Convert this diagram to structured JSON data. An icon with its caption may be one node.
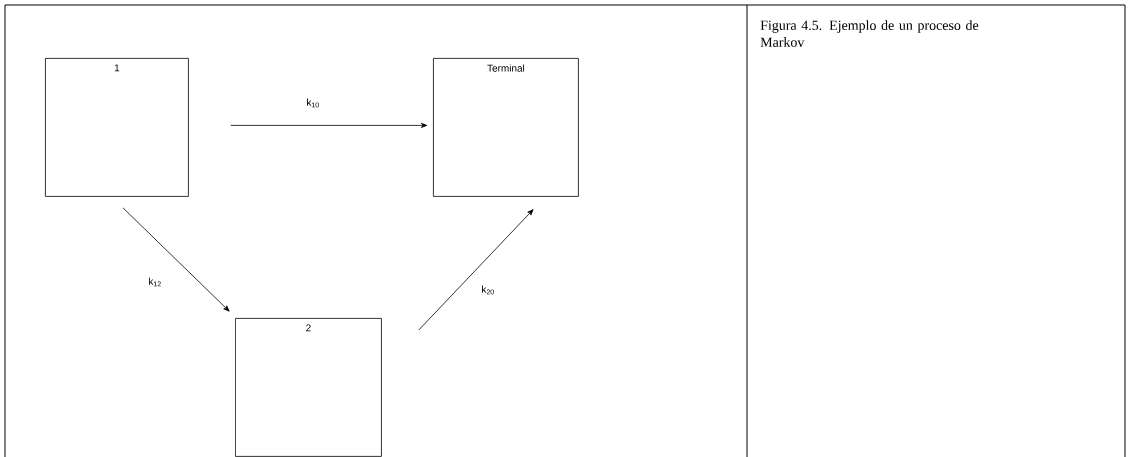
{
  "diagram": {
    "caption": "Figura 4.5. Ejemplo de un proceso de Markov",
    "nodes": [
      {
        "text": [
          "1"
        ]
      },
      {
        "text": [
          "Terminal"
        ]
      },
      {
        "text": [
          "2"
        ]
      }
    ],
    "edges": [
      {
        "from": 0,
        "to": 1,
        "arrow": "to",
        "label": "k$_{10}$"
      },
      {
        "from": 0,
        "to": 2,
        "arrow": "to",
        "label": "k$_{12}$"
      },
      {
        "from": 2,
        "to": 1,
        "arrow": "to",
        "label": "k$_{20}$"
      }
    ]
  }
}
